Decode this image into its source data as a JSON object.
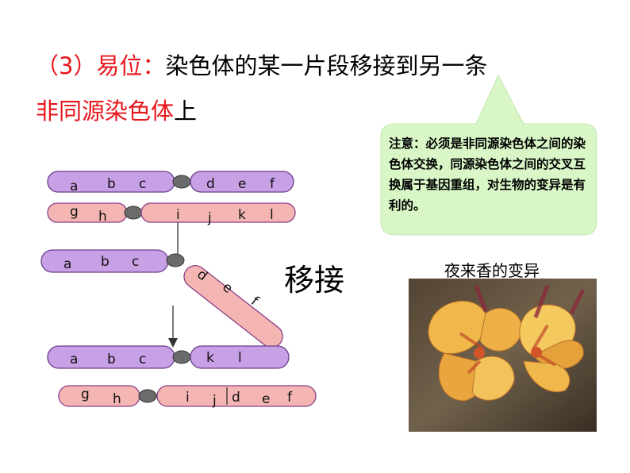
{
  "title": {
    "label": "（3）易位：",
    "text": "染色体的某一片段移接到另一条",
    "line2_red": "非同源染色体",
    "line2_black": "上"
  },
  "note": {
    "text": "注意：必须是非同源染色体之间的染色体交换，同源染色体之间的交叉互换属于基因重组，对生物的变异是有利的。"
  },
  "move_label": "移接",
  "photo_caption": "夜来香的变异",
  "chromosomes": {
    "row1_left": [
      "a",
      "b",
      "c"
    ],
    "row1_right": [
      "d",
      "e",
      "f"
    ],
    "row2_left": [
      "g",
      "h"
    ],
    "row2_right": [
      "i",
      "j",
      "k",
      "l"
    ],
    "row3_left": [
      "a",
      "b",
      "c"
    ],
    "row3_tilted": [
      "d",
      "e",
      "f"
    ],
    "row4_left": [
      "a",
      "b",
      "c"
    ],
    "row4_right": [
      "k",
      "l"
    ],
    "row5_left": [
      "g",
      "h"
    ],
    "row5_right_a": [
      "i",
      "j"
    ],
    "row5_right_b": [
      "d",
      "e",
      "f"
    ]
  },
  "colors": {
    "red": "#e8161b",
    "purple": "#c8a0e6",
    "pink": "#f5b6b3",
    "callout": "#d8f6c6",
    "centromere": "#6b6b6b"
  }
}
